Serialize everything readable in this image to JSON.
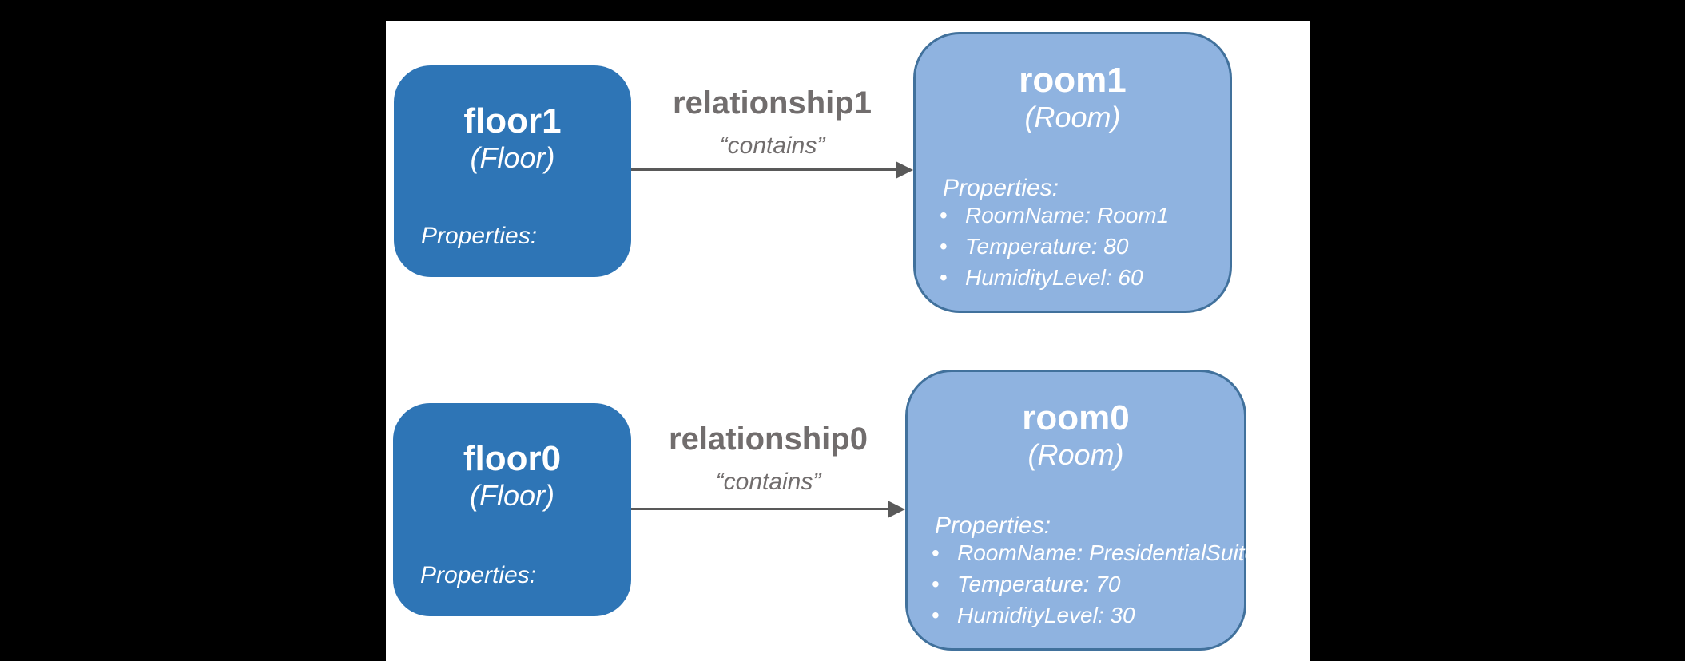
{
  "colors": {
    "page_bg": "#000000",
    "panel_bg": "#ffffff",
    "floor_fill": "#2E75B6",
    "room_fill": "#8FB3E0",
    "room_border": "#41719C",
    "node_text": "#ffffff",
    "relationship_text": "#716D6D",
    "arrow": "#595959"
  },
  "rows": [
    {
      "source": {
        "name": "floor1",
        "type": "(Floor)",
        "properties_label": "Properties:"
      },
      "relationship": {
        "name": "relationship1",
        "predicate": "“contains”"
      },
      "target": {
        "name": "room1",
        "type": "(Room)",
        "properties_label": "Properties:",
        "properties": [
          "RoomName: Room1",
          "Temperature: 80",
          "HumidityLevel: 60"
        ]
      }
    },
    {
      "source": {
        "name": "floor0",
        "type": "(Floor)",
        "properties_label": "Properties:"
      },
      "relationship": {
        "name": "relationship0",
        "predicate": "“contains”"
      },
      "target": {
        "name": "room0",
        "type": "(Room)",
        "properties_label": "Properties:",
        "properties": [
          "RoomName: PresidentialSuite",
          "Temperature: 70",
          "HumidityLevel: 30"
        ]
      }
    }
  ]
}
